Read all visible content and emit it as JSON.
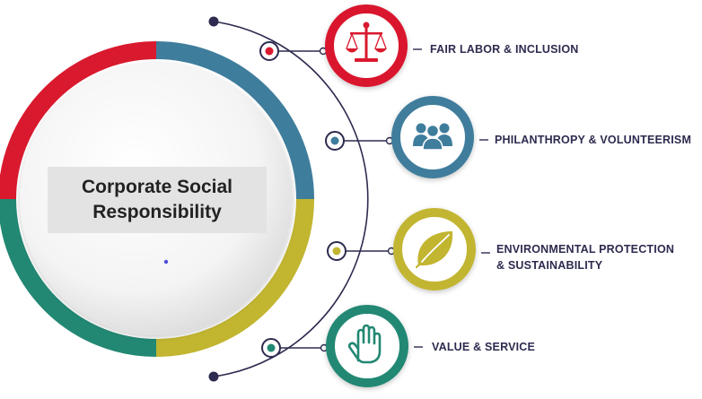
{
  "title_lines": [
    "Corporate Social",
    "Responsibility"
  ],
  "items": [
    {
      "label_lines": [
        "FAIR LABOR & INCLUSION"
      ],
      "color": "#d9192e",
      "icon": "scales-icon"
    },
    {
      "label_lines": [
        "PHILANTHROPY & VOLUNTEERISM"
      ],
      "color": "#3f7d9c",
      "icon": "people-group-icon"
    },
    {
      "label_lines": [
        "ENVIRONMENTAL PROTECTION",
        "& SUSTAINABILITY"
      ],
      "color": "#c2b530",
      "icon": "leaf-icon"
    },
    {
      "label_lines": [
        "VALUE & SERVICE"
      ],
      "color": "#228873",
      "icon": "raised-hand-icon"
    }
  ],
  "colors": {
    "red": "#d9192e",
    "blue": "#3f7d9c",
    "olive": "#c2b530",
    "teal": "#228873",
    "navy": "#2d2b4f",
    "box": "#e3e3e3"
  }
}
